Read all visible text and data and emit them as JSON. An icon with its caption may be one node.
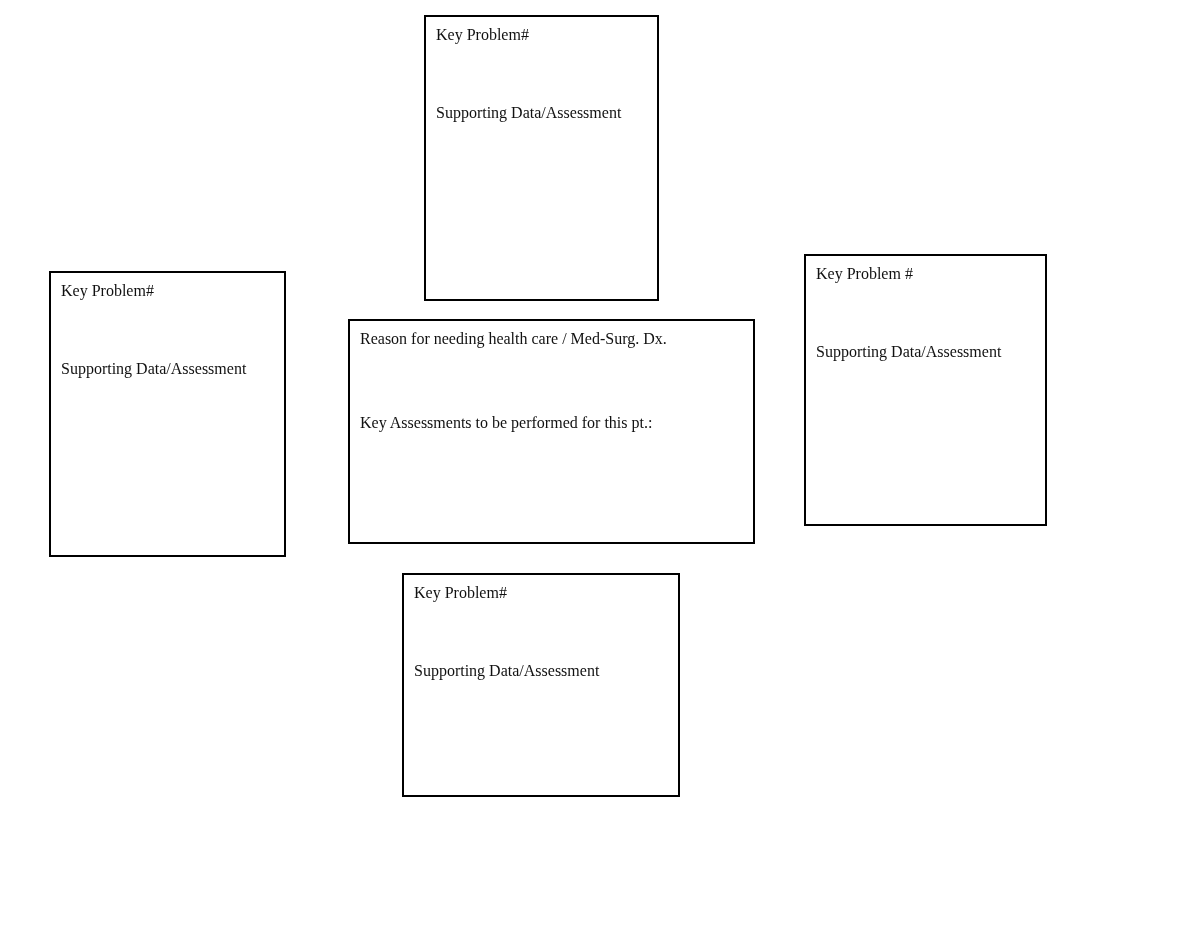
{
  "diagram": {
    "nodes": [
      {
        "text": [
          "Key Problem#",
          "Supporting Data/Assessment"
        ]
      },
      {
        "text": [
          "Key Problem#",
          "Supporting Data/Assessment"
        ]
      },
      {
        "text": [
          "Reason for needing health care / Med-Surg. Dx.",
          "Key Assessments to be performed for this pt.:"
        ]
      },
      {
        "text": [
          "Key Problem #",
          "Supporting Data/Assessment"
        ]
      },
      {
        "text": [
          "Key Problem#",
          "Supporting Data/Assessment"
        ]
      }
    ]
  }
}
